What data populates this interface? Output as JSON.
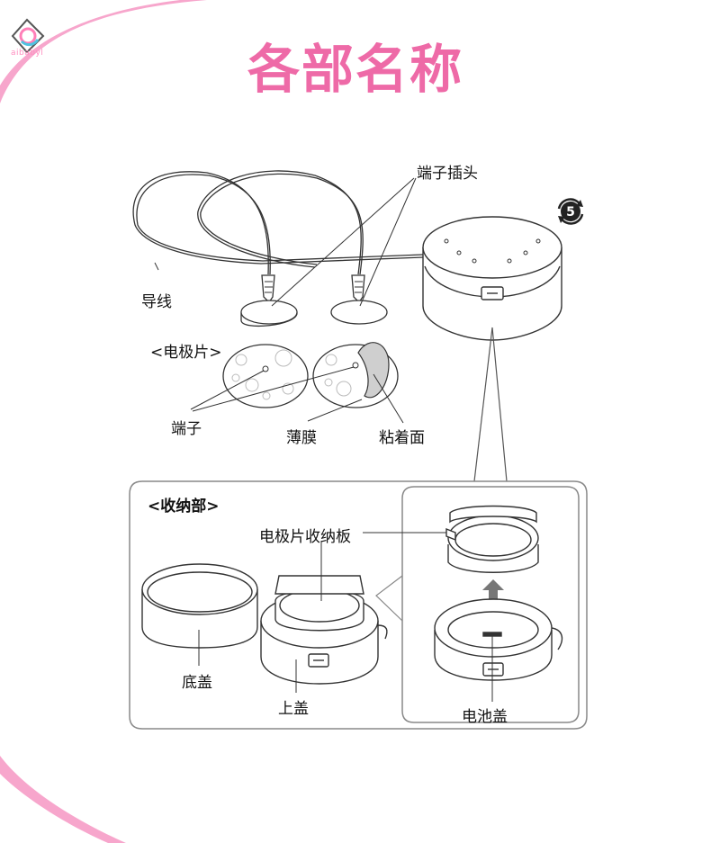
{
  "logo": {
    "text": "aibabyl"
  },
  "title": "各部名称",
  "labels": {
    "terminal_plug": "端子插头",
    "lead_wire": "导线",
    "electrode_pad": "<电极片>",
    "terminal": "端子",
    "film": "薄膜",
    "adhesive_side": "粘着面",
    "storage_section": "<收纳部>",
    "electrode_storage_board": "电极片收纳板",
    "bottom_cover": "底盖",
    "top_cover": "上盖",
    "battery_cover": "电池盖"
  },
  "badge": {
    "number": "5"
  },
  "colors": {
    "title": "#ee6aa7",
    "accent_pink": "#f48fc0",
    "line": "#333333",
    "panel_border": "#888888"
  }
}
